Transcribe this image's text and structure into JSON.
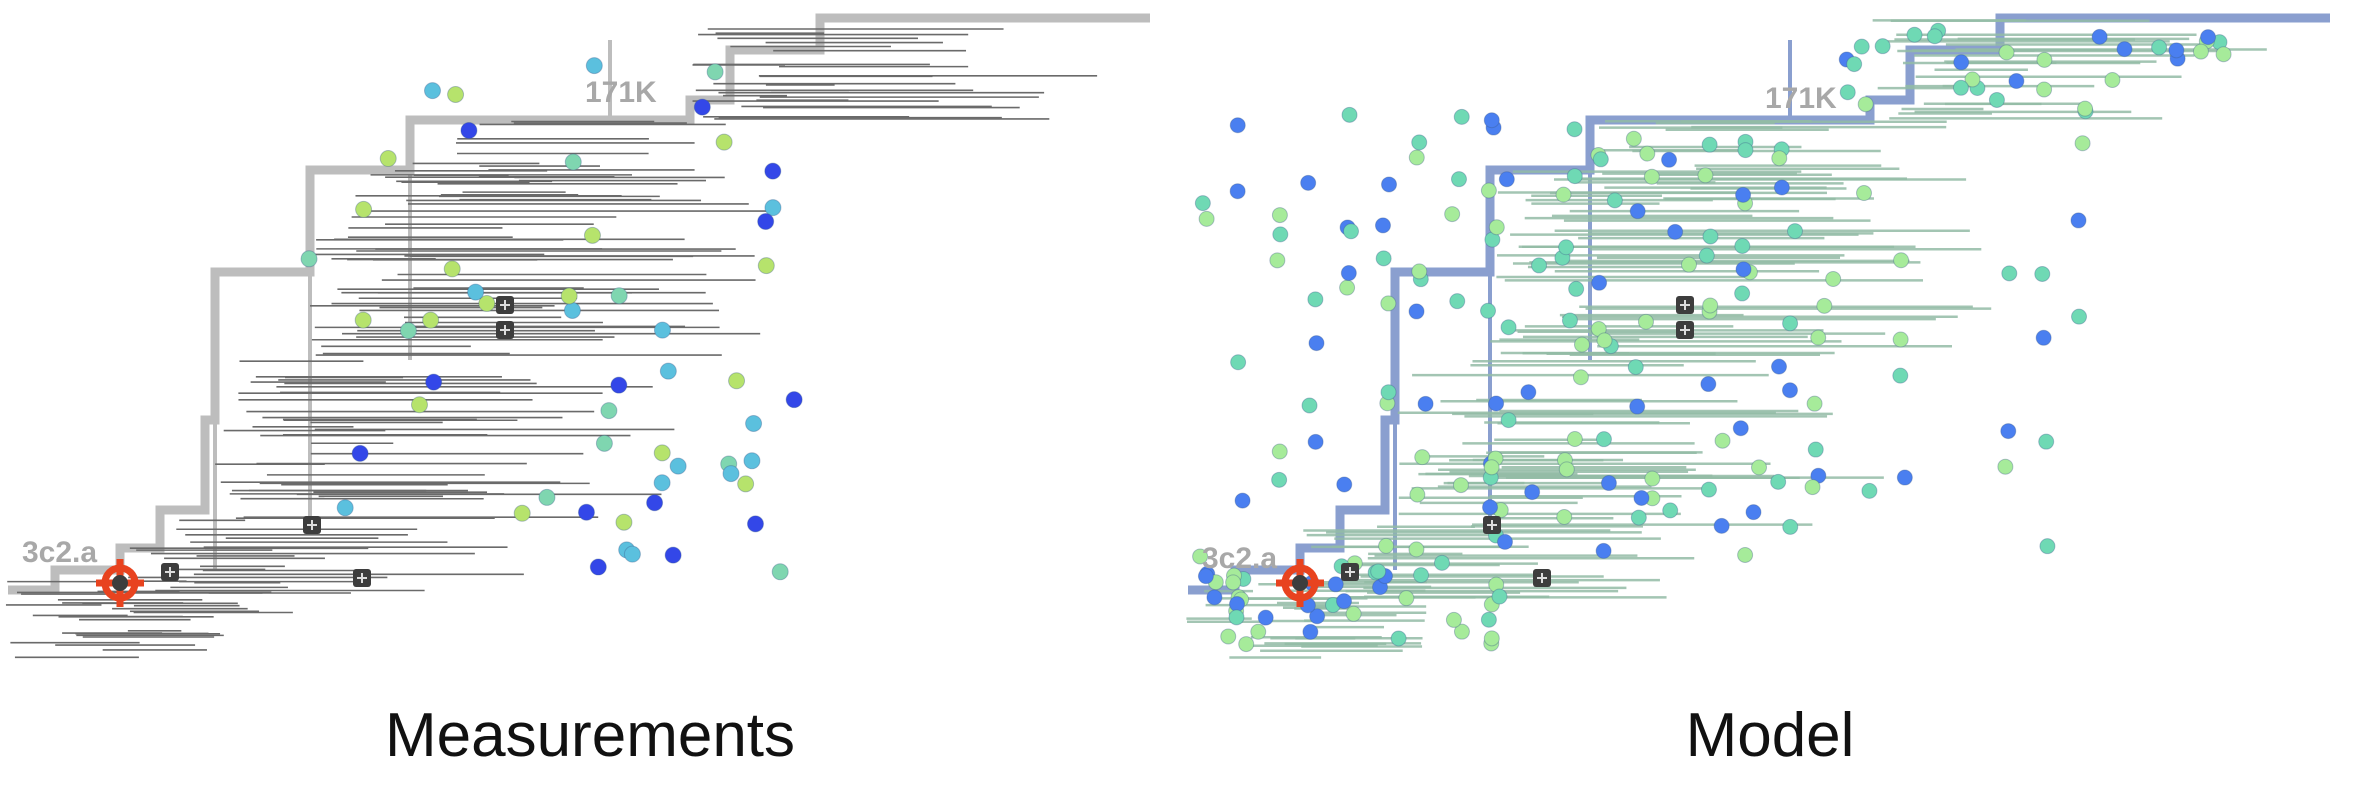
{
  "panels": [
    {
      "id": "measurements",
      "caption": "Measurements",
      "clade_labels": {
        "root": "3c2.a",
        "top": "171K"
      },
      "trunk_color": "#bdbdbd",
      "branch_color": "#6a6a6a",
      "colors": [
        "#3347e8",
        "#5bc0de",
        "#b6e36c",
        "#7fd6b0"
      ],
      "icons": [
        "plus-marker-icon",
        "mutation-star-icon"
      ]
    },
    {
      "id": "model",
      "caption": "Model",
      "clade_labels": {
        "root": "3c2.a",
        "top": "171K"
      },
      "trunk_color": "#8a9fcf",
      "branch_color": "#93bca6",
      "colors": [
        "#4a7ff0",
        "#6fd9b4",
        "#a6eb9a"
      ],
      "icons": [
        "plus-marker-icon",
        "mutation-star-icon"
      ]
    }
  ]
}
